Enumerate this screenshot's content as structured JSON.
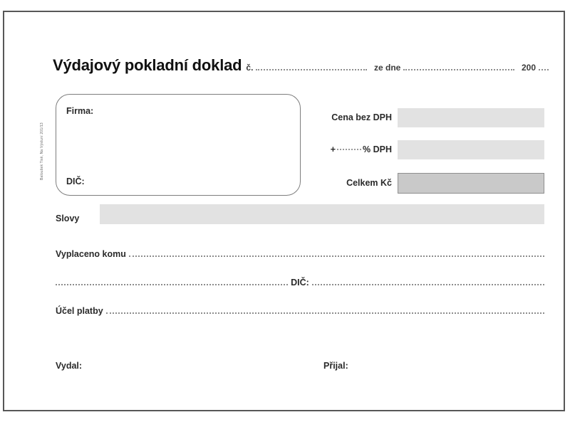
{
  "document": {
    "title": "Výdajový pokladní doklad",
    "number_label": "č.",
    "date_label": "ze dne",
    "year_prefix": "200"
  },
  "party_box": {
    "company_label": "Firma:",
    "tax_id_label": "DIČ:"
  },
  "amounts": {
    "rows": [
      {
        "label": "Cena bez DPH",
        "value": "",
        "style": "light"
      },
      {
        "label_before": "+",
        "label_after": "% DPH",
        "value": "",
        "style": "light"
      },
      {
        "label": "Celkem  Kč",
        "value": "",
        "style": "total"
      }
    ]
  },
  "words_row": {
    "label": "Slovy",
    "value": ""
  },
  "entry_lines": {
    "paid_to_label": "Vyplaceno komu",
    "tax_id_label": "DIČ:",
    "purpose_label": "Účel platby"
  },
  "signatures": {
    "issued_by_label": "Vydal:",
    "received_by_label": "Přijal:"
  },
  "margin_imprint": {
    "text": "Baloušek Tisk, Na Výsluní 201/13"
  },
  "colors": {
    "frame": "#575757",
    "field_light": "#e2e2e2",
    "field_total": "#c9c9c9",
    "field_total_border": "#8f8f8f",
    "dots": "#8d8d8d",
    "text": "#1a1a1a"
  }
}
